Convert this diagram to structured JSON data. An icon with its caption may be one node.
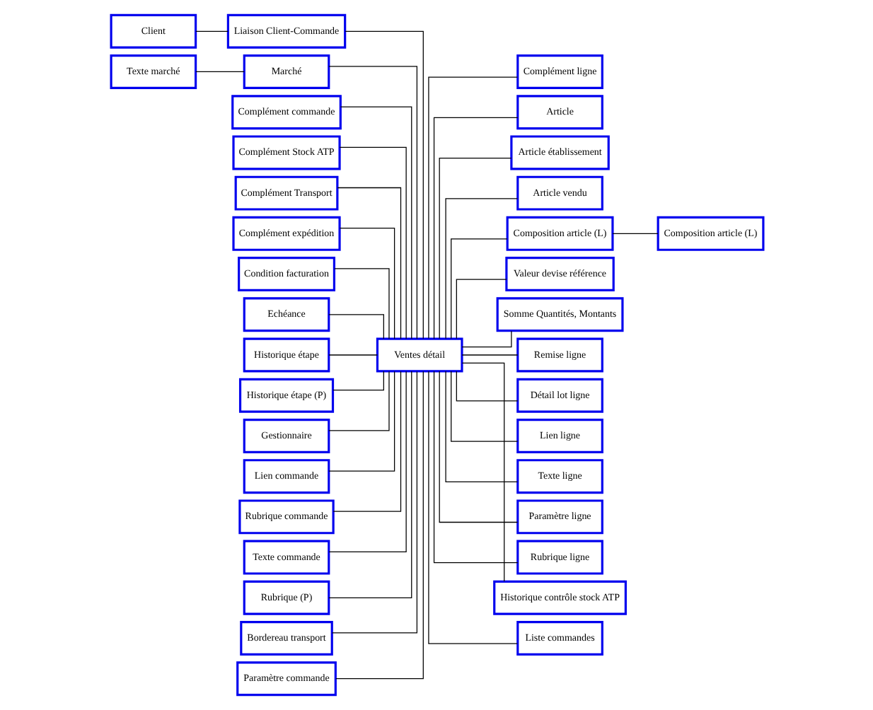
{
  "diagram": {
    "nodes": [
      {
        "text": [
          "Client"
        ]
      },
      {
        "text": [
          "Liaison Client-Commande"
        ]
      },
      {
        "text": [
          "Texte marché"
        ]
      },
      {
        "text": [
          "Marché"
        ]
      },
      {
        "text": [
          "Complément commande"
        ]
      },
      {
        "text": [
          "Complément Stock ATP"
        ]
      },
      {
        "text": [
          "Complément Transport"
        ]
      },
      {
        "text": [
          "Complément expédition"
        ]
      },
      {
        "text": [
          "Condition facturation"
        ]
      },
      {
        "text": [
          "Echéance"
        ]
      },
      {
        "text": [
          "Historique étape"
        ]
      },
      {
        "text": [
          "Historique étape (P)"
        ]
      },
      {
        "text": [
          "Gestionnaire"
        ]
      },
      {
        "text": [
          "Lien commande"
        ]
      },
      {
        "text": [
          "Rubrique commande"
        ]
      },
      {
        "text": [
          "Texte commande"
        ]
      },
      {
        "text": [
          "Rubrique (P)"
        ]
      },
      {
        "text": [
          "Bordereau transport"
        ]
      },
      {
        "text": [
          "Paramètre commande"
        ]
      },
      {
        "text": [
          "Ventes détail"
        ]
      },
      {
        "text": [
          "Complément ligne"
        ]
      },
      {
        "text": [
          "Article"
        ]
      },
      {
        "text": [
          "Article établissement"
        ]
      },
      {
        "text": [
          "Article vendu"
        ]
      },
      {
        "text": [
          "Composition article (L)"
        ]
      },
      {
        "text": [
          "Composition article (L)"
        ]
      },
      {
        "text": [
          "Valeur devise référence"
        ]
      },
      {
        "text": [
          "Somme Quantités, Montants"
        ]
      },
      {
        "text": [
          "Remise ligne"
        ]
      },
      {
        "text": [
          "Détail lot ligne"
        ]
      },
      {
        "text": [
          "Lien ligne"
        ]
      },
      {
        "text": [
          "Texte ligne"
        ]
      },
      {
        "text": [
          "Paramètre ligne"
        ]
      },
      {
        "text": [
          "Rubrique ligne"
        ]
      },
      {
        "text": [
          "Historique contrôle stock ATP"
        ]
      },
      {
        "text": [
          "Liste commandes"
        ]
      }
    ],
    "edges": [
      {
        "from": 0,
        "to": 1,
        "arrow": "none"
      },
      {
        "from": 2,
        "to": 3,
        "arrow": "none"
      },
      {
        "from": 1,
        "to": 19,
        "arrow": "none"
      },
      {
        "from": 3,
        "to": 19,
        "arrow": "none"
      },
      {
        "from": 4,
        "to": 19,
        "arrow": "none"
      },
      {
        "from": 5,
        "to": 19,
        "arrow": "none"
      },
      {
        "from": 6,
        "to": 19,
        "arrow": "none"
      },
      {
        "from": 7,
        "to": 19,
        "arrow": "none"
      },
      {
        "from": 8,
        "to": 19,
        "arrow": "none"
      },
      {
        "from": 9,
        "to": 19,
        "arrow": "none"
      },
      {
        "from": 12,
        "to": 19,
        "arrow": "none"
      },
      {
        "from": 10,
        "to": 19,
        "arrow": "none"
      },
      {
        "from": 11,
        "to": 19,
        "arrow": "none"
      },
      {
        "from": 13,
        "to": 19,
        "arrow": "none"
      },
      {
        "from": 15,
        "to": 19,
        "arrow": "none"
      },
      {
        "from": 14,
        "to": 19,
        "arrow": "none"
      },
      {
        "from": 16,
        "to": 19,
        "arrow": "none"
      },
      {
        "from": 17,
        "to": 19,
        "arrow": "none"
      },
      {
        "from": 18,
        "to": 19,
        "arrow": "none"
      },
      {
        "from": 19,
        "to": 20,
        "arrow": "none"
      },
      {
        "from": 19,
        "to": 21,
        "arrow": "none"
      },
      {
        "from": 19,
        "to": 22,
        "arrow": "none"
      },
      {
        "from": 19,
        "to": 23,
        "arrow": "none"
      },
      {
        "from": 19,
        "to": 24,
        "arrow": "none"
      },
      {
        "from": 24,
        "to": 25,
        "arrow": "none"
      },
      {
        "from": 19,
        "to": 26,
        "arrow": "none"
      },
      {
        "from": 19,
        "to": 27,
        "arrow": "none"
      },
      {
        "from": 19,
        "to": 28,
        "arrow": "none"
      },
      {
        "from": 19,
        "to": 29,
        "arrow": "none"
      },
      {
        "from": 19,
        "to": 30,
        "arrow": "none"
      },
      {
        "from": 19,
        "to": 31,
        "arrow": "none"
      },
      {
        "from": 19,
        "to": 32,
        "arrow": "none"
      },
      {
        "from": 19,
        "to": 33,
        "arrow": "none"
      },
      {
        "from": 19,
        "to": 34,
        "arrow": "none"
      },
      {
        "from": 19,
        "to": 35,
        "arrow": "none"
      }
    ]
  }
}
